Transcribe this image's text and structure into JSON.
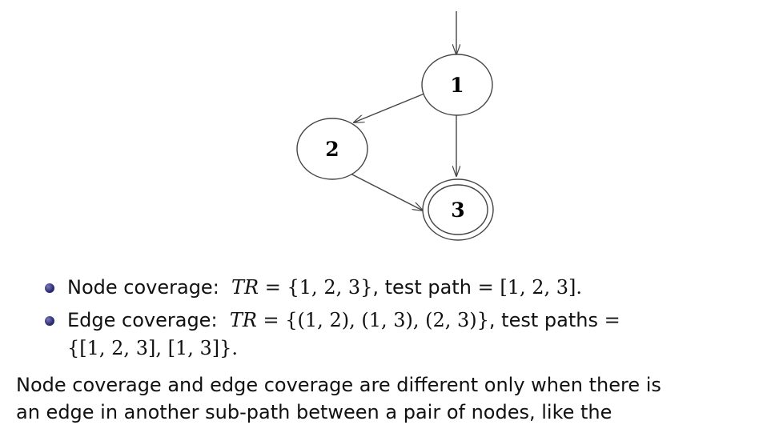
{
  "diagram": {
    "nodes": [
      {
        "id": "1",
        "label": "1",
        "final": false
      },
      {
        "id": "2",
        "label": "2",
        "final": false
      },
      {
        "id": "3",
        "label": "3",
        "final": true
      }
    ],
    "edges": [
      {
        "from": "start",
        "to": "1"
      },
      {
        "from": "1",
        "to": "2"
      },
      {
        "from": "1",
        "to": "3"
      },
      {
        "from": "2",
        "to": "3"
      }
    ]
  },
  "bullets": [
    {
      "lead": "Node coverage:",
      "tr_label": "TR",
      "eq": "=",
      "tr_value": "{1, 2, 3}",
      "path_label": ", test path",
      "path_value": "[1, 2, 3]",
      "end": "."
    },
    {
      "lead": "Edge coverage:",
      "tr_label": "TR",
      "eq": "=",
      "tr_value": "{(1, 2), (1, 3), (2, 3)}",
      "path_label": ", test paths",
      "path_value_cont": "{[1, 2, 3], [1, 3]}",
      "end": "."
    }
  ],
  "paragraph": {
    "line1": "Node coverage and edge coverage are different only when there is",
    "line2": "an edge in another sub-path between a pair of nodes, like the"
  }
}
